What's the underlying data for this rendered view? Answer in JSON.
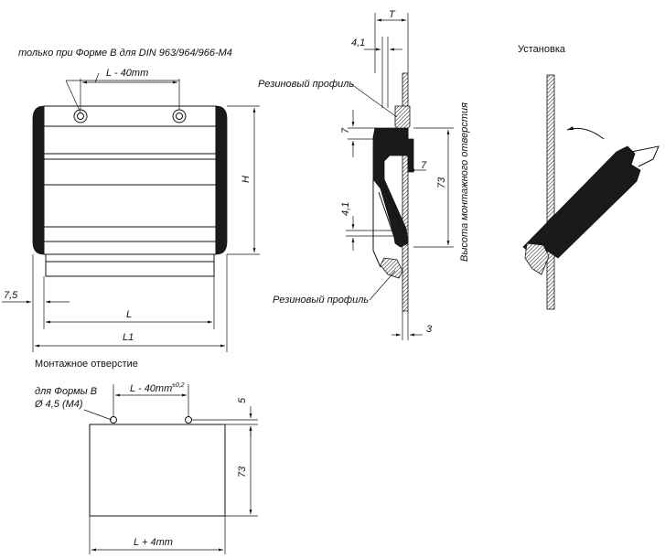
{
  "front_view": {
    "note": "только при Форме B для DIN 963/964/966-M4",
    "dim_hole_spacing": "L - 40mm",
    "dim_height": "H",
    "dim_offset": "7,5",
    "dim_length": "L",
    "dim_overall_length": "L1"
  },
  "section_view": {
    "dim_thickness": "T",
    "dim_flange": "4,1",
    "label_rubber_top": "Резиновый профиль",
    "dim_7_left": "7",
    "dim_7_right": "7",
    "dim_73": "73",
    "dim_4_1_lower": "4,1",
    "label_opening_height": "Высота монтажного отверстия",
    "label_rubber_bottom": "Резиновый профиль",
    "dim_3": "3"
  },
  "install_view": {
    "title": "Установка"
  },
  "mounting_hole": {
    "title": "Монтажное отверстие",
    "note_line1": "для Формы B",
    "note_line2": "Ø 4,5 (M4)",
    "dim_hole_spacing": "L - 40mm",
    "dim_tolerance": "±0,2",
    "dim_5": "5",
    "dim_73": "73",
    "dim_width": "L + 4mm"
  }
}
